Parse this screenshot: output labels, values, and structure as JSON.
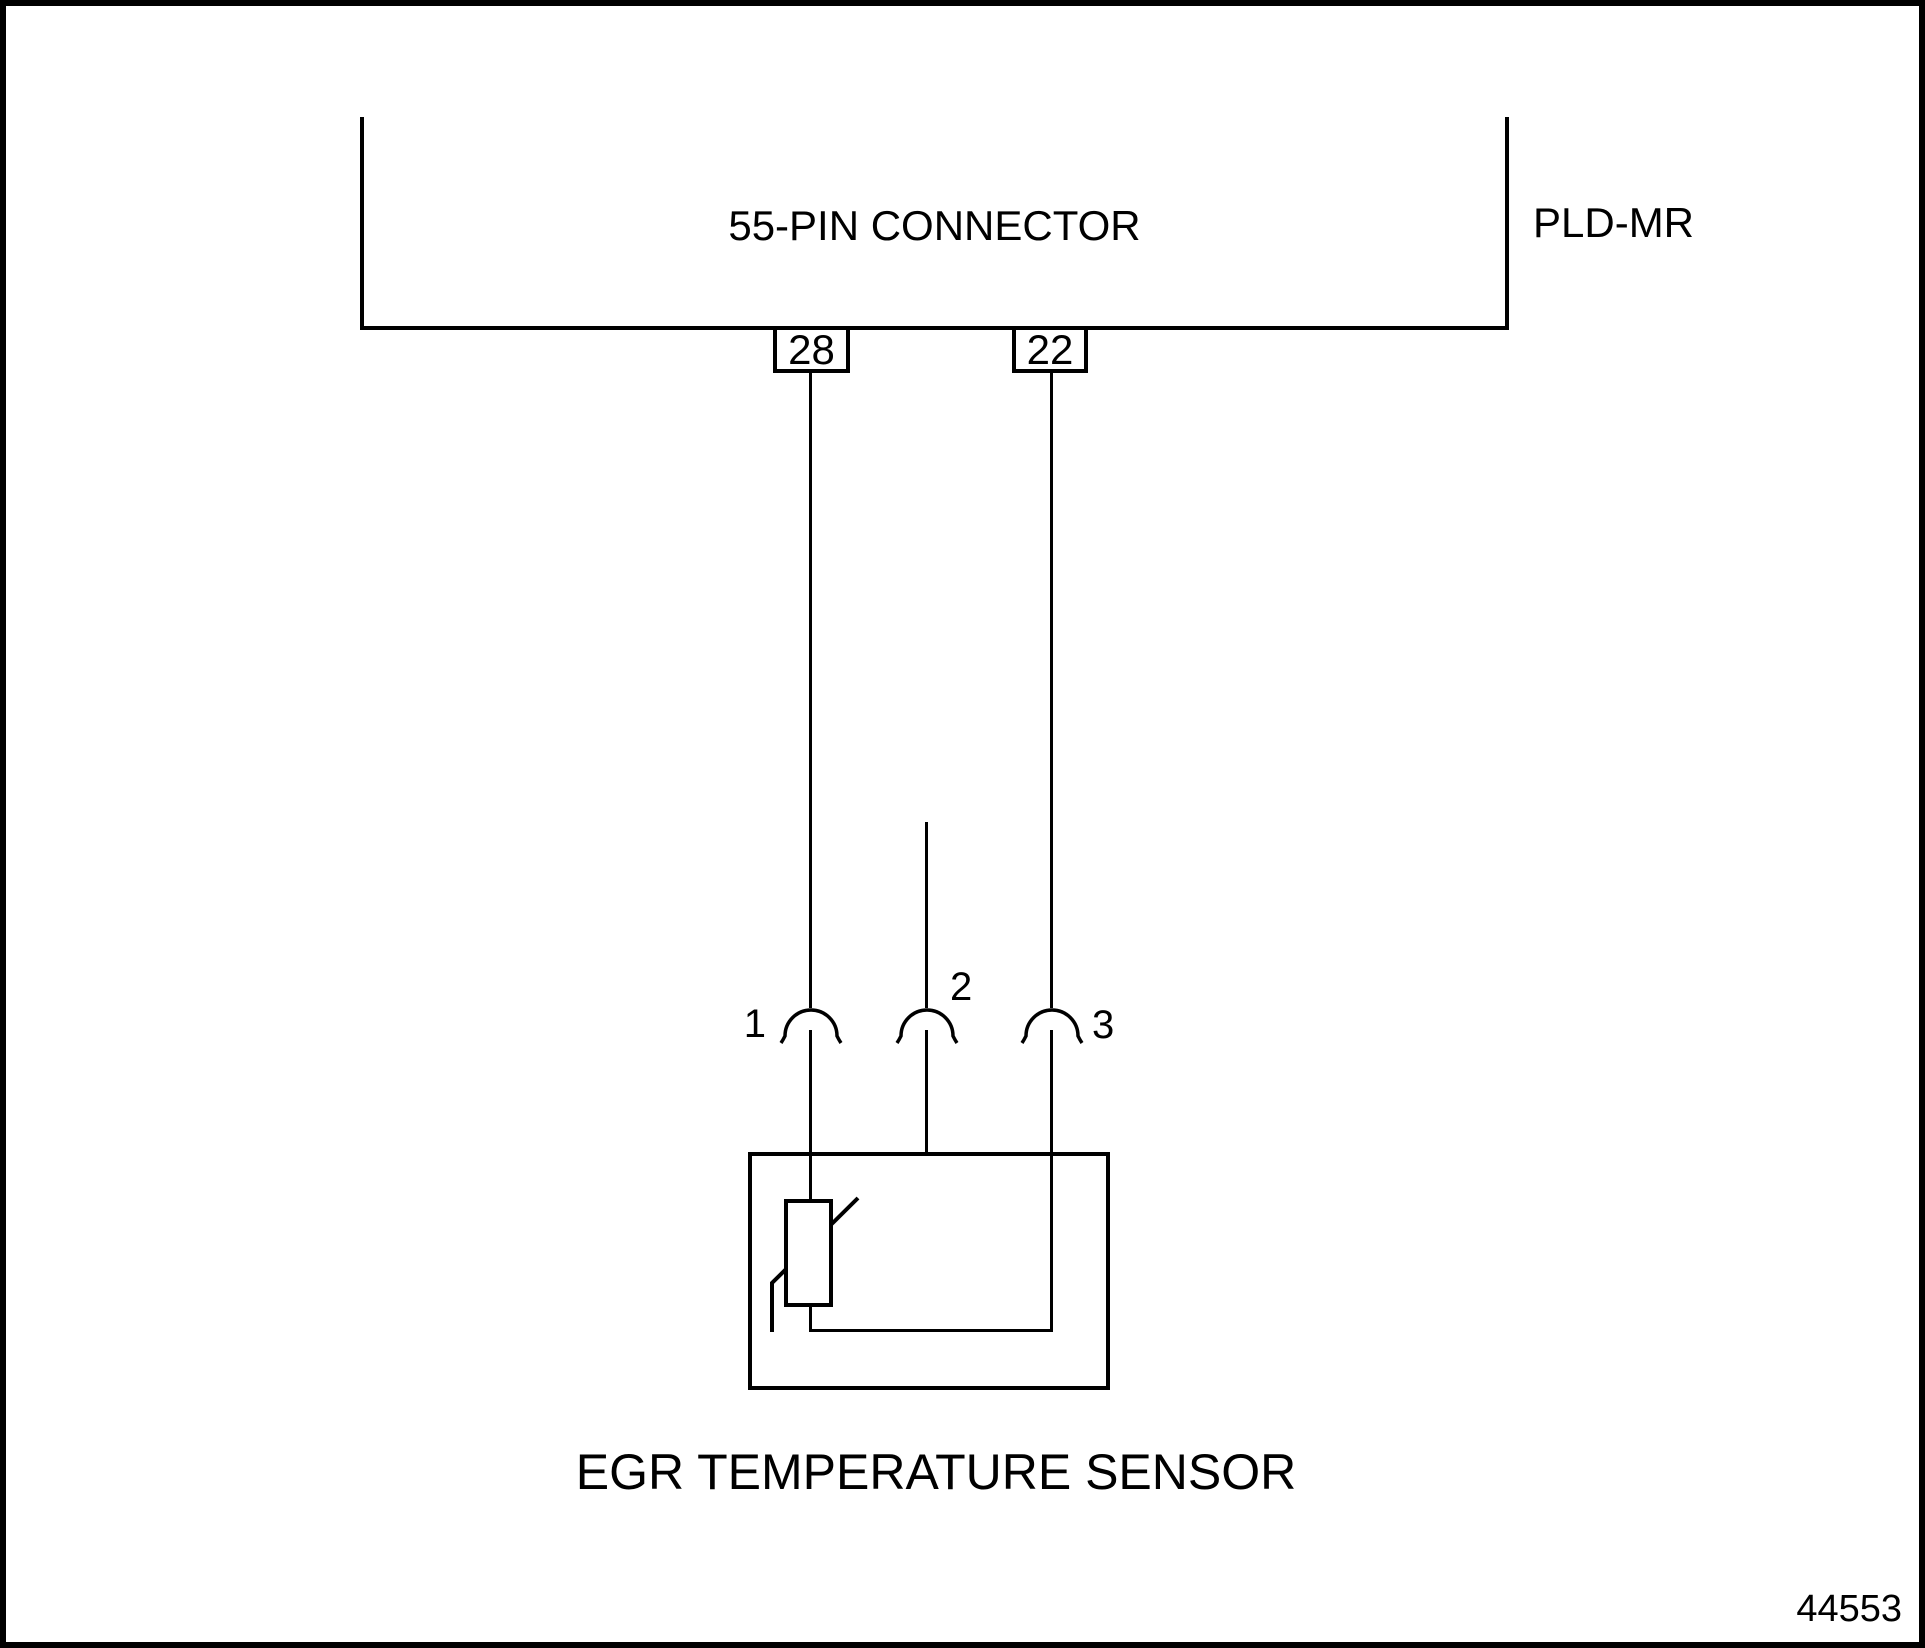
{
  "page": {
    "background": "#ffffff",
    "line_color": "#000000",
    "figure_number": "44553"
  },
  "connector": {
    "title": "55-PIN CONNECTOR",
    "module_label": "PLD-MR",
    "pins": [
      {
        "number": "28"
      },
      {
        "number": "22"
      }
    ]
  },
  "sensor": {
    "title": "EGR TEMPERATURE SENSOR",
    "terminals": [
      {
        "number": "1"
      },
      {
        "number": "2"
      },
      {
        "number": "3"
      }
    ]
  }
}
